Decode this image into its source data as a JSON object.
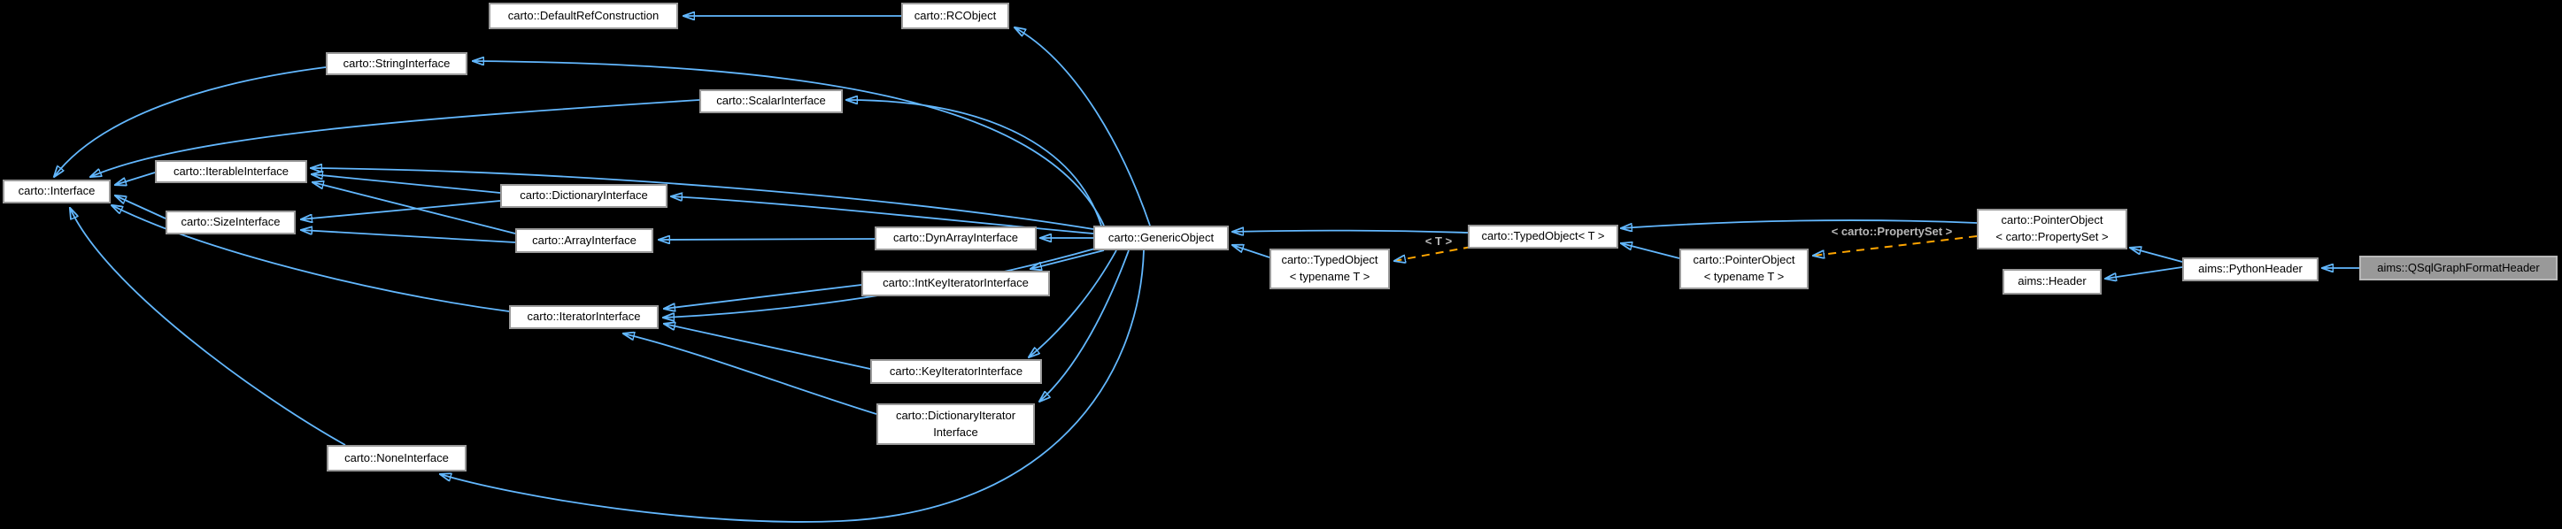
{
  "nodes": {
    "default_ref_construction": {
      "label": "carto::DefaultRefConstruction"
    },
    "rc_object": {
      "label": "carto::RCObject"
    },
    "string_interface": {
      "label": "carto::StringInterface"
    },
    "scalar_interface": {
      "label": "carto::ScalarInterface"
    },
    "interface": {
      "label": "carto::Interface"
    },
    "iterable_interface": {
      "label": "carto::IterableInterface"
    },
    "size_interface": {
      "label": "carto::SizeInterface"
    },
    "dictionary_interface": {
      "label": "carto::DictionaryInterface"
    },
    "array_interface": {
      "label": "carto::ArrayInterface"
    },
    "dyn_array_interface": {
      "label": "carto::DynArrayInterface"
    },
    "int_key_iterator_interface": {
      "label": "carto::IntKeyIteratorInterface"
    },
    "iterator_interface": {
      "label": "carto::IteratorInterface"
    },
    "key_iterator_interface": {
      "label": "carto::KeyIteratorInterface"
    },
    "dictionary_iterator_interface": {
      "label": "carto::DictionaryIterator\nInterface"
    },
    "none_interface": {
      "label": "carto::NoneInterface"
    },
    "generic_object": {
      "label": "carto::GenericObject"
    },
    "typed_object_typename": {
      "label": "carto::TypedObject\n< typename T >"
    },
    "typed_object_t": {
      "label": "carto::TypedObject< T >"
    },
    "pointer_object_typename": {
      "label": "carto::PointerObject\n< typename T >"
    },
    "pointer_object_propertyset": {
      "label": "carto::PointerObject\n< carto::PropertySet >"
    },
    "aims_header": {
      "label": "aims::Header"
    },
    "python_header": {
      "label": "aims::PythonHeader"
    },
    "qsql_graph_format_header": {
      "label": "aims::QSqlGraphFormatHeader"
    }
  },
  "edge_labels": {
    "template_t": "< T >",
    "template_propertyset": "< carto::PropertySet >"
  },
  "colors": {
    "background": "#000000",
    "node_fill": "#ffffff",
    "node_border": "#9a9a9a",
    "node_text": "#000000",
    "current_node_fill": "#999999",
    "inheritance_arrow": "#63b8ff",
    "template_arrow": "#ffa500",
    "template_label_text": "#b8b8b8"
  }
}
